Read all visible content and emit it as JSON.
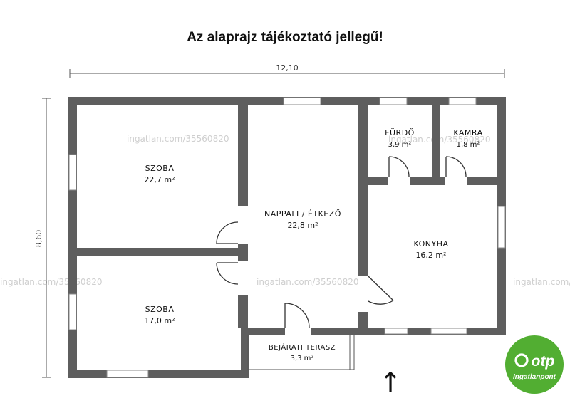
{
  "title": "Az alaprajz tájékoztató jellegű!",
  "dimensions": {
    "width": "12,10",
    "height": "8,60"
  },
  "rooms": {
    "szoba1": {
      "name": "SZOBA",
      "area": "22,7 m²"
    },
    "szoba2": {
      "name": "SZOBA",
      "area": "17,0 m²"
    },
    "nappali": {
      "name": "NAPPALI / ÉTKEZŐ",
      "area": "22,8 m²"
    },
    "furdo": {
      "name": "FÜRDŐ",
      "area": "3,9 m²"
    },
    "kamra": {
      "name": "KAMRA",
      "area": "1,8 m²"
    },
    "konyha": {
      "name": "KONYHA",
      "area": "16,2 m²"
    },
    "terasz": {
      "name": "BEJÁRATI TERASZ",
      "area": "3,3 m²"
    }
  },
  "watermark": "ingatlan.com/35560820",
  "entrance_arrow": "↑",
  "logo": {
    "name": "otp",
    "subtitle": "Ingatlanpont",
    "color": "#52ae32"
  },
  "colors": {
    "wall": "#5e5e5e",
    "text": "#111111"
  }
}
